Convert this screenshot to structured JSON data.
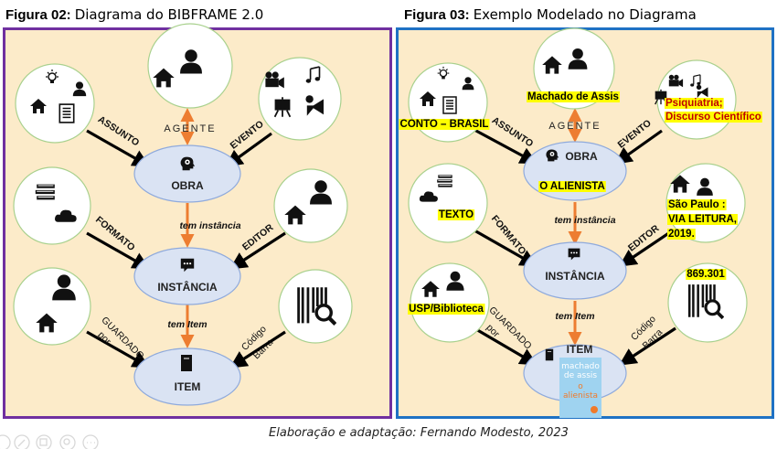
{
  "figure02": {
    "label": "Figura 02:",
    "title": "Diagrama do BIBFRAME 2.0",
    "nodes": {
      "obra": "OBRA",
      "instancia": "INSTÂNCIA",
      "item": "ITEM"
    },
    "relations": {
      "agente": "AGENTE",
      "assunto": "ASSUNTO",
      "evento": "EVENTO",
      "formato": "FORMATO",
      "editor": "EDITOR",
      "tem_instancia": "tem instância",
      "tem_item": "tem Item",
      "guardado": "GUARDADO",
      "por": "por",
      "codigo": "Código",
      "barra": "Barra"
    }
  },
  "figure03": {
    "label": "Figura 03:",
    "title": "Exemplo Modelado no Diagrama",
    "nodes": {
      "obra": "OBRA",
      "instancia": "INSTÂNCIA",
      "item": "ITEM"
    },
    "relations": {
      "agente": "AGENTE",
      "assunto": "ASSUNTO",
      "evento": "EVENTO",
      "formato": "FORMATO",
      "editor": "EDITOR",
      "tem_instancia": "tem instância",
      "tem_item": "tem Item",
      "guardado": "GUARDADO",
      "por": "por",
      "codigo": "Código",
      "barra": "Barra"
    },
    "values": {
      "assunto": "CONTO – BRASIL",
      "agente": "Machado de Assis",
      "evento": [
        "Psiquiatria;",
        "Discurso Científico"
      ],
      "obra": "O ALIENISTA",
      "formato": "TEXTO",
      "editor": [
        "São Paulo :",
        "VIA LEITURA,",
        "2019."
      ],
      "guardado": "USP/Biblioteca",
      "codigo": "869.301"
    },
    "book_cover": [
      "machado",
      "de assis",
      "o",
      "alienista"
    ]
  },
  "caption": "Elaboração e adaptação: Fernando Modesto, 2023",
  "colors": {
    "background": "#fcebc9",
    "frame_left": "#7030a0",
    "frame_right": "#1f72c4",
    "ellipse_fill": "#dae3f3",
    "ellipse_stroke": "#8faadc",
    "circle_stroke": "#a9d18e",
    "orange_arrow": "#ed7d31",
    "highlight": "#ffff00",
    "red_text": "#c00000"
  },
  "toolbar": {
    "icons": [
      "rotate-icon",
      "edit-icon",
      "copy-icon",
      "zoom-icon",
      "more-icon"
    ]
  }
}
